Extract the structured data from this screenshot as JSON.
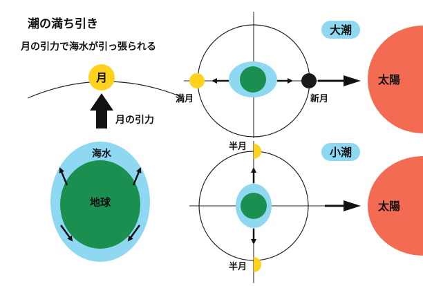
{
  "title": "潮の満ち引き",
  "subtitle": "月の引力で海水が引っ張られる",
  "left_panel": {
    "moon_label": "月",
    "pull_label": "月の引力",
    "sea_label": "海水",
    "earth_label": "地球"
  },
  "spring_tide": {
    "badge": "大潮",
    "full_moon_label": "満月",
    "new_moon_label": "新月",
    "sun_label": "太陽"
  },
  "neap_tide": {
    "badge": "小潮",
    "half_moon_top_label": "半月",
    "half_moon_bottom_label": "半月",
    "sun_label": "太陽"
  },
  "colors": {
    "sea": "#8fd8f2",
    "earth": "#1a8f4f",
    "moon": "#ffd21e",
    "new_moon": "#1a1a1a",
    "sun": "#f26b52",
    "badge": "#8fd8f2",
    "line": "#222222"
  }
}
